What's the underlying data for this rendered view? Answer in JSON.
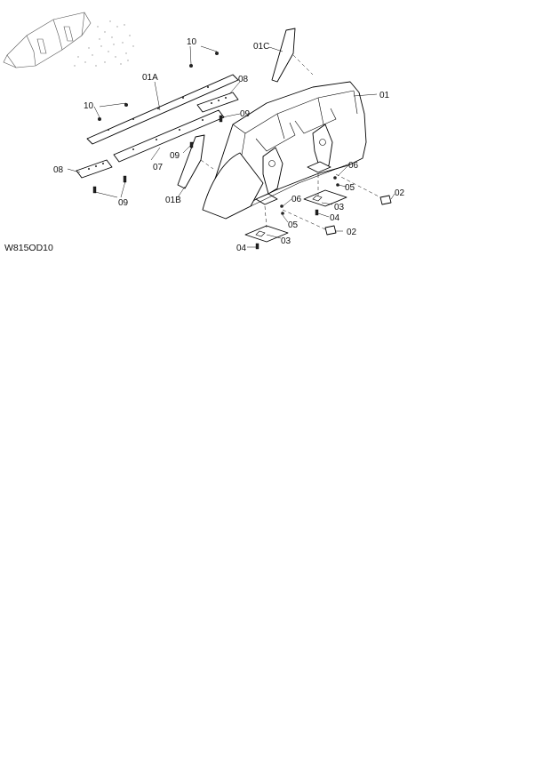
{
  "drawing": {
    "code": "W815OD10"
  },
  "callouts": {
    "c01": "01",
    "c01A": "01A",
    "c01B": "01B",
    "c01C": "01C",
    "c02a": "02",
    "c02b": "02",
    "c03a": "03",
    "c03b": "03",
    "c04a": "04",
    "c04b": "04",
    "c05a": "05",
    "c05b": "05",
    "c06a": "06",
    "c06b": "06",
    "c07": "07",
    "c08a": "08",
    "c08b": "08",
    "c09a": "09",
    "c09b": "09",
    "c09c": "09",
    "c10a": "10",
    "c10b": "10"
  }
}
